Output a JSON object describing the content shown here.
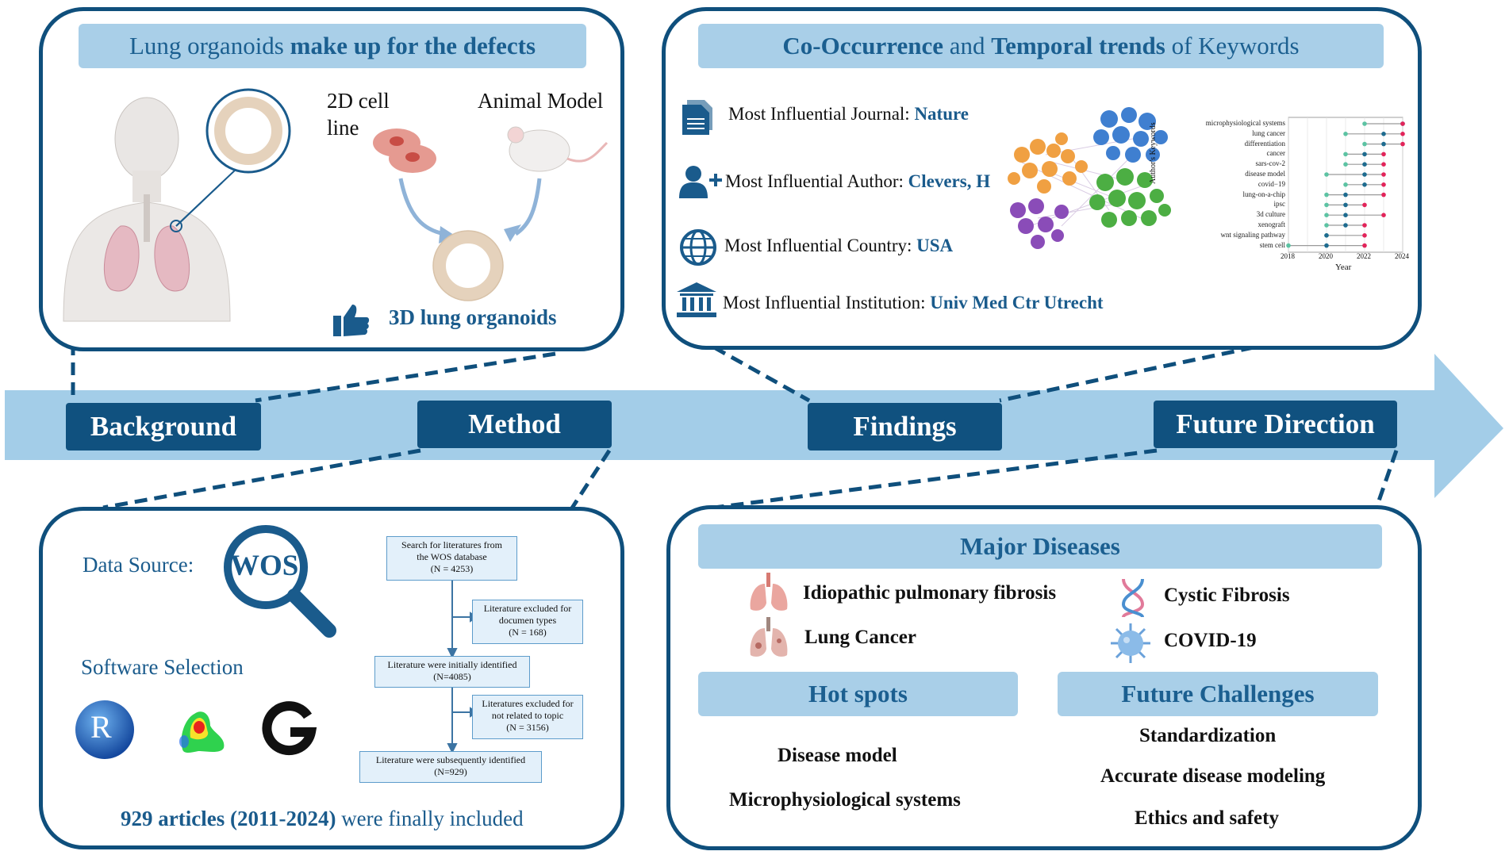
{
  "stages": {
    "background": "Background",
    "method": "Method",
    "findings": "Findings",
    "future_direction": "Future Direction"
  },
  "background_panel": {
    "title_plain": "Lung organoids ",
    "title_bold": "make up for the defects",
    "cell_line_label_1": "2D cell",
    "cell_line_label_2": "line",
    "animal_label": "Animal Model",
    "result_label": "3D lung organoids"
  },
  "findings_panel": {
    "title_bold_1": "Co-Occurrence",
    "title_plain_1": " and ",
    "title_bold_2": "Temporal trends",
    "title_plain_2": " of Keywords",
    "items": [
      {
        "label": "Most Influential Journal: ",
        "value": "Nature",
        "icon": "document-icon"
      },
      {
        "label": "Most Influential Author: ",
        "value": "Clevers, H",
        "icon": "add-user-icon"
      },
      {
        "label": "Most Influential Country: ",
        "value": "USA",
        "icon": "globe-icon"
      },
      {
        "label": "Most Influential Institution: ",
        "value": "Univ Med Ctr Utrecht",
        "icon": "institution-icon"
      }
    ],
    "trend_chart": {
      "ylabel": "Author's Keywords",
      "xlabel": "Year",
      "xticks": [
        "2018",
        "2020",
        "2022",
        "2024"
      ],
      "keywords": [
        "microphysiological systems",
        "lung cancer",
        "differentiation",
        "cancer",
        "sars-cov-2",
        "disease model",
        "covid−19",
        "lung-on-a-chip",
        "ipsc",
        "3d culture",
        "xenograft",
        "wnt signaling pathway",
        "stem cell"
      ],
      "start": [
        2022,
        2021,
        2022,
        2021,
        2021,
        2020,
        2021,
        2020,
        2020,
        2020,
        2020,
        2020,
        2018
      ],
      "mid": [
        2024,
        2023,
        2023,
        2022,
        2022,
        2022,
        2022,
        2021,
        2021,
        2021,
        2021,
        2020,
        2020
      ],
      "end": [
        2024,
        2024,
        2024,
        2023,
        2023,
        2023,
        2023,
        2023,
        2022,
        2023,
        2022,
        2022,
        2022
      ],
      "colors": {
        "start": "#5cc3a3",
        "mid": "#1e6b8f",
        "end": "#e2245a",
        "line": "#9a9a9a"
      }
    }
  },
  "method_panel": {
    "data_source_label": "Data Source:",
    "wos_label": "WOS",
    "software_label": "Software Selection",
    "r_logo_text": "R",
    "conclusion_bold": "929 articles (2011-2024)",
    "conclusion_plain": " were finally included",
    "flow": {
      "box1": [
        "Search for literatures from",
        "the WOS database",
        "(N = 4253)"
      ],
      "box2": [
        "Literature excluded for",
        "documen types",
        "(N = 168)"
      ],
      "box3": [
        "Literature were initially  identified",
        "(N=4085)"
      ],
      "box4": [
        "Literatures excluded for",
        "not related to topic",
        "(N = 3156)"
      ],
      "box5": [
        "Literature were subsequently identified",
        "(N=929)"
      ]
    }
  },
  "future_panel": {
    "major_title": "Major Diseases",
    "diseases": [
      "Idiopathic pulmonary fibrosis",
      "Cystic Fibrosis",
      "Lung Cancer",
      "COVID-19"
    ],
    "hotspots_title": "Hot spots",
    "hotspots": [
      "Disease model",
      "Microphysiological systems"
    ],
    "challenges_title": "Future Challenges",
    "challenges": [
      "Standardization",
      "Accurate disease modeling",
      "Ethics and safety"
    ]
  },
  "colors": {
    "dark_blue": "#0f4f7c",
    "banner_blue": "#a9cfe8",
    "arrow_blue": "#a3cde8",
    "text_blue": "#1a5b8c"
  }
}
